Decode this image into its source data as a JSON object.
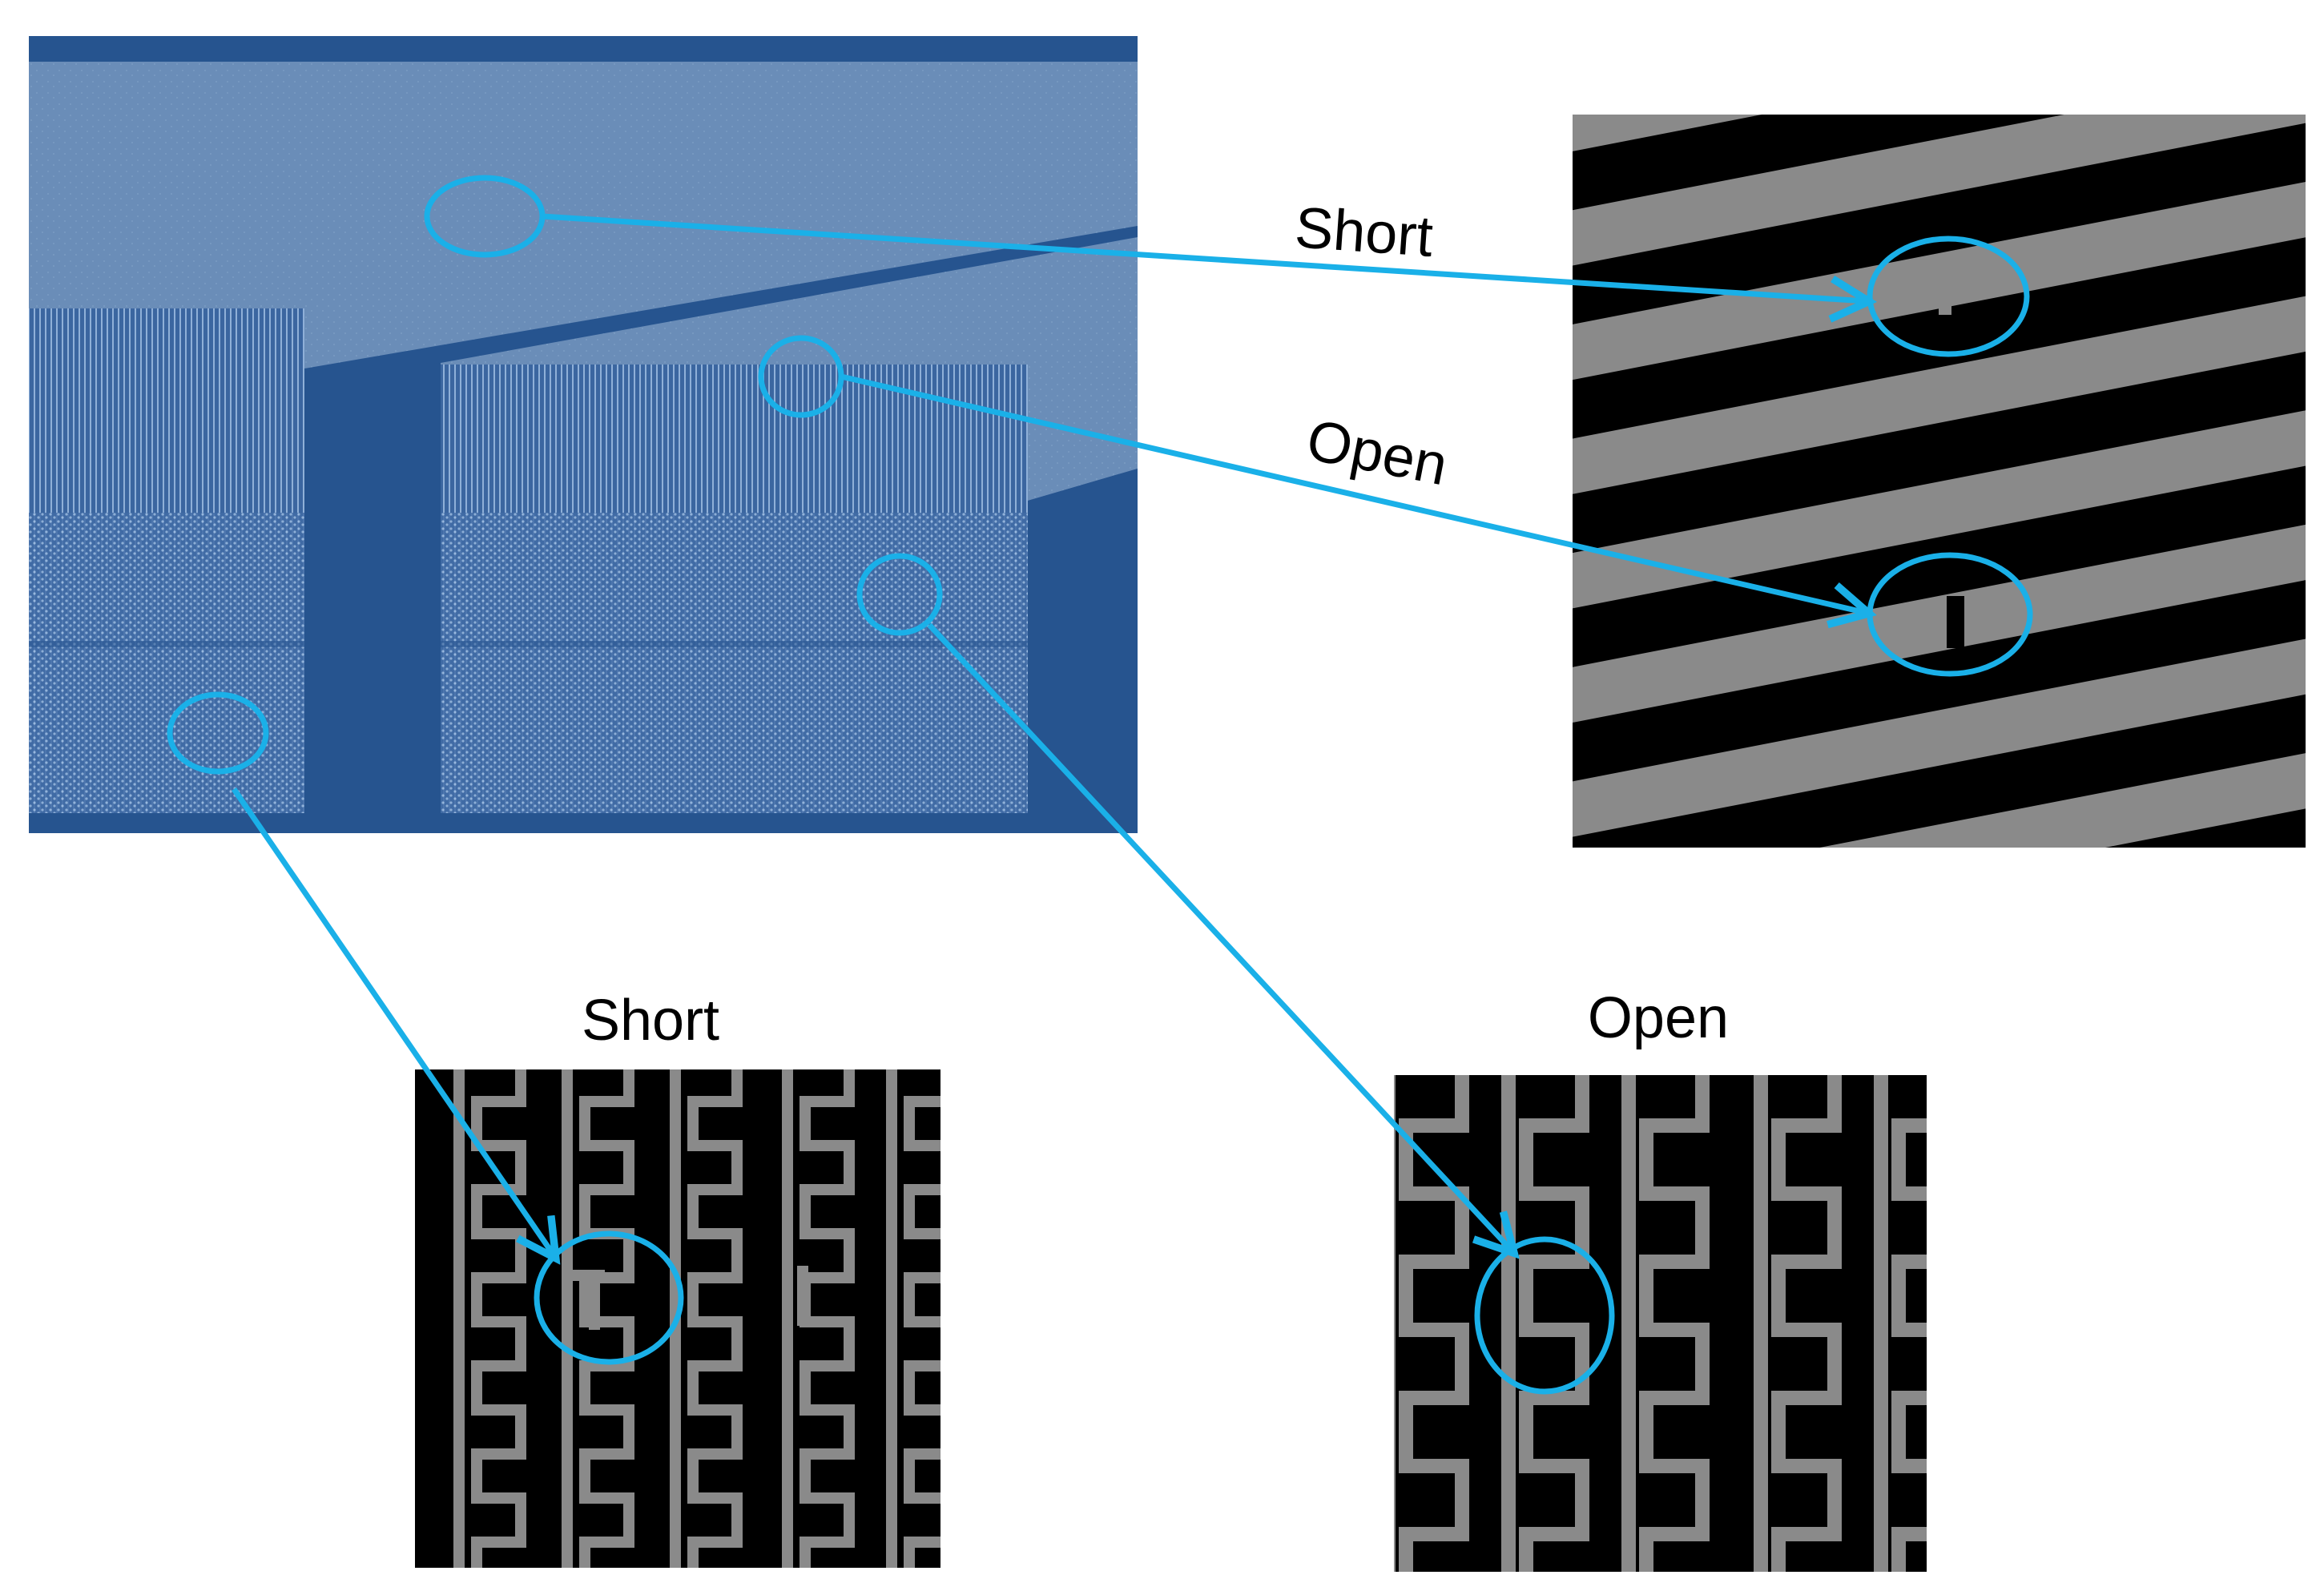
{
  "labels": {
    "top_short": "Short",
    "top_open": "Open",
    "bottom_short": "Short",
    "bottom_open": "Open"
  },
  "colors": {
    "chip_dark": "#26548f",
    "chip_light": "#6a8db8",
    "chip_mid": "#4f77ab",
    "annotation": "#1ab0e8",
    "metal": "#8a8a8a",
    "background_black": "#000000"
  },
  "icons": {
    "defect_marker": "ellipse-outline",
    "pointer": "arrow"
  }
}
